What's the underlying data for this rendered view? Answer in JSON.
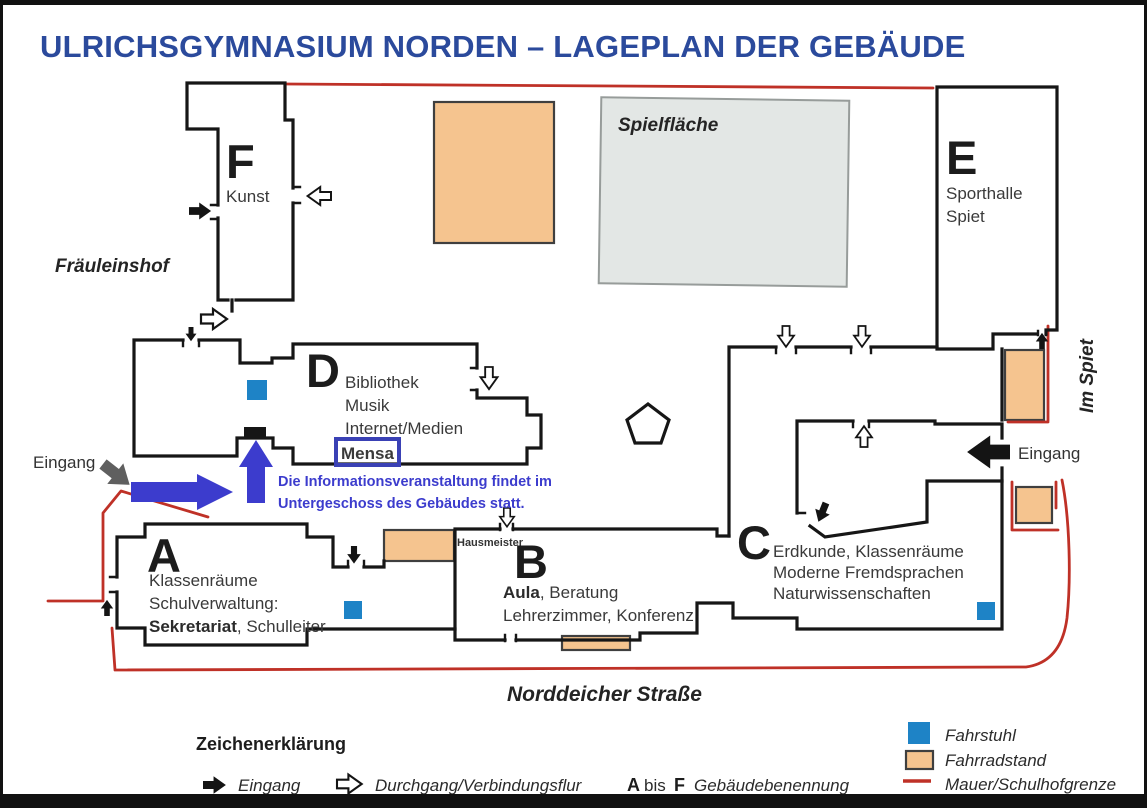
{
  "title": "ULRICHSGYMNASIUM NORDEN – LAGEPLAN DER GEBÄUDE",
  "places": {
    "fraeuleinshof": "Fräuleinshof",
    "spielflaeche": "Spielfläche",
    "im_spiet": "Im Spiet",
    "norddeicher_strasse": "Norddeicher Straße",
    "hausmeister": "Hausmeister"
  },
  "entrances": {
    "left": "Eingang",
    "right": "Eingang"
  },
  "buildings": {
    "F": {
      "letter": "F",
      "room": "Kunst"
    },
    "E": {
      "letter": "E",
      "room1": "Sporthalle",
      "room2": "Spiet"
    },
    "D": {
      "letter": "D",
      "room1": "Bibliothek",
      "room2": "Musik",
      "room3": "Internet/Medien",
      "room4": "Mensa"
    },
    "A": {
      "letter": "A",
      "room1": "Klassenräume",
      "room2": "Schulverwaltung:",
      "room3_bold": "Sekretariat",
      "room3_rest": ", Schulleiter"
    },
    "B": {
      "letter": "B",
      "room1_bold": "Aula",
      "room1_rest": ", Beratung",
      "room2": "Lehrerzimmer, Konferenz"
    },
    "C": {
      "letter": "C",
      "room1": "Erdkunde, Klassenräume",
      "room2": "Moderne Fremdsprachen",
      "room3": "Naturwissenschaften"
    }
  },
  "annotation": {
    "line1": "Die Informationsveranstaltung findet im",
    "line2": "Untergeschoss des Gebäudes statt."
  },
  "legend": {
    "title": "Zeichenerklärung",
    "eingang": "Eingang",
    "durchgang": "Durchgang/Verbindungsflur",
    "gebaeude_a": "A",
    "gebaeude_bis": "bis",
    "gebaeude_f": "F",
    "gebaeude_label": "Gebäudebenennung",
    "fahrstuhl": "Fahrstuhl",
    "fahrradstand": "Fahrradstand",
    "mauer": "Mauer/Schulhofgrenze"
  },
  "colors": {
    "title_blue": "#2b4a9c",
    "wall_black": "#161616",
    "boundary_red": "#bf3127",
    "fahrstuhl_blue": "#1e83c6",
    "fahrradstand_orange": "#f5c48f",
    "spielflaeche_gray": "#e3e7e5",
    "annotation_blue": "#3c3ccd",
    "entrance_gray": "#5f5f5f"
  }
}
